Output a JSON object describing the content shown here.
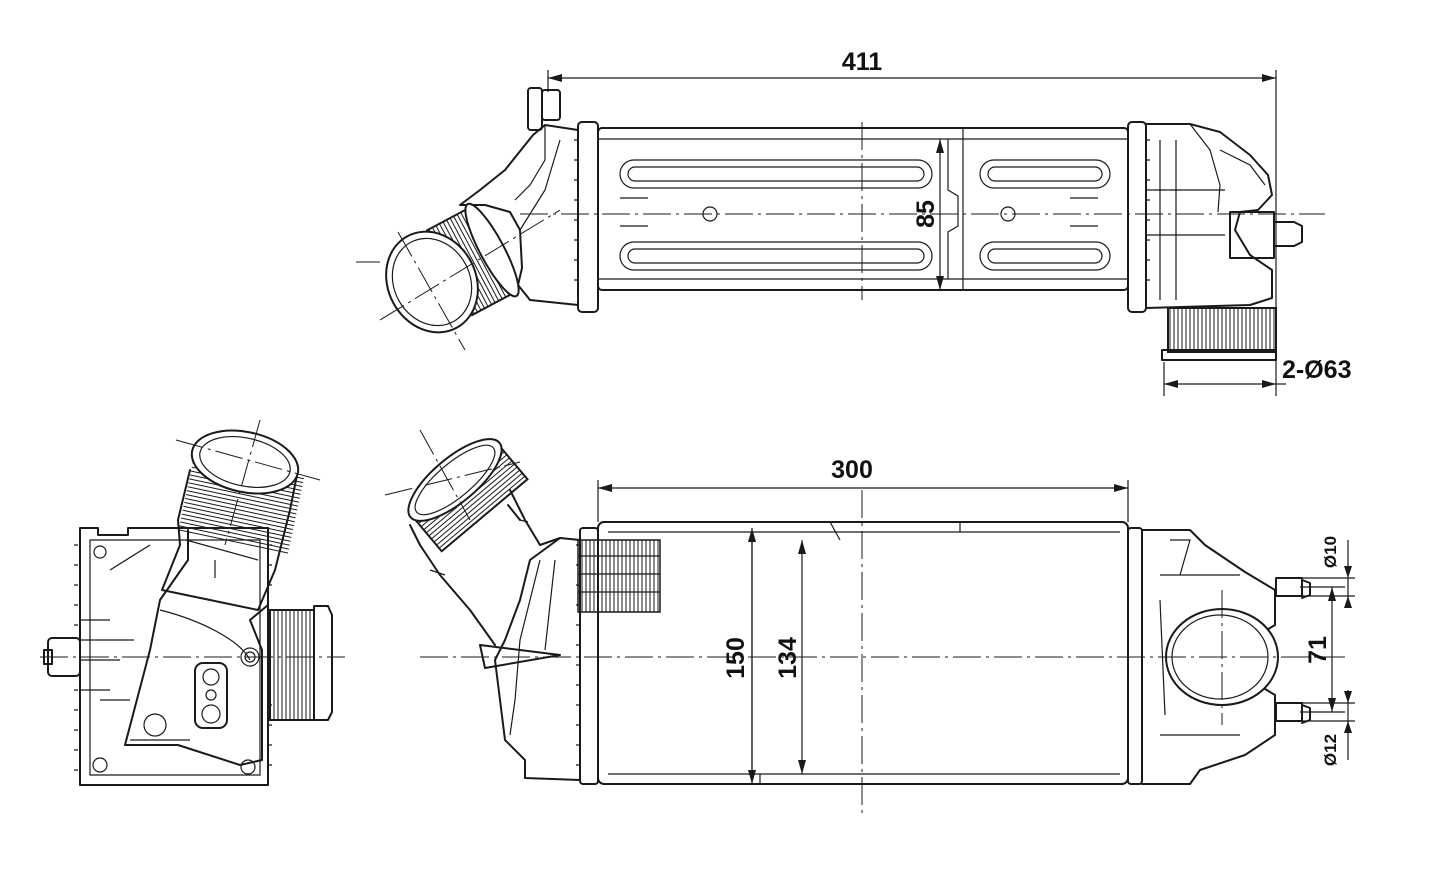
{
  "dimensions": {
    "overall_length": "411",
    "core_height_top": "85",
    "pipe_diameter": "2-Ø63",
    "core_length": "300",
    "total_height": "150",
    "core_height": "134",
    "mount_spacing": "71",
    "small_hole": "Ø10",
    "large_hole": "Ø12"
  }
}
